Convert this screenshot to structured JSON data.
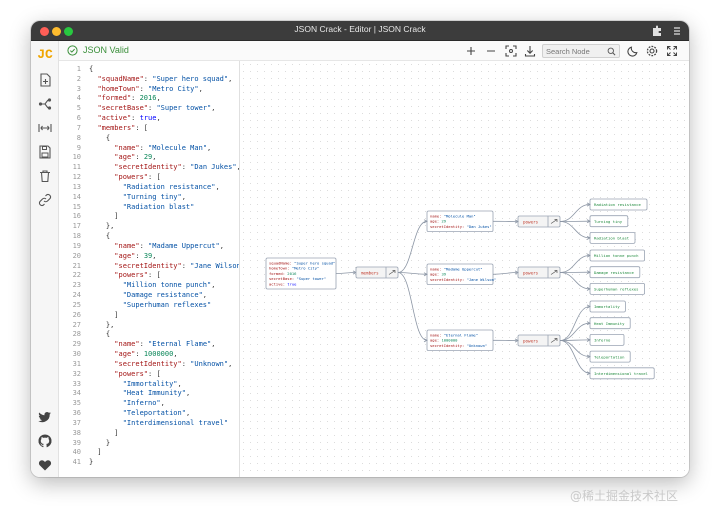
{
  "window": {
    "title": "JSON Crack - Editor | JSON Crack"
  },
  "sidebar": {
    "logo": "JC",
    "icons": [
      "new-file-icon",
      "graph-direction-icon",
      "fit-icon",
      "save-icon",
      "trash-icon",
      "share-link-icon",
      "twitter-icon",
      "github-icon",
      "heart-icon"
    ]
  },
  "editor": {
    "status": "JSON Valid",
    "lines": [
      [
        [
          "p",
          "{"
        ]
      ],
      [
        [
          "p",
          "  "
        ],
        [
          "k",
          "\"squadName\""
        ],
        [
          "p",
          ": "
        ],
        [
          "s",
          "\"Super hero squad\""
        ],
        [
          "p",
          ","
        ]
      ],
      [
        [
          "p",
          "  "
        ],
        [
          "k",
          "\"homeTown\""
        ],
        [
          "p",
          ": "
        ],
        [
          "s",
          "\"Metro City\""
        ],
        [
          "p",
          ","
        ]
      ],
      [
        [
          "p",
          "  "
        ],
        [
          "k",
          "\"formed\""
        ],
        [
          "p",
          ": "
        ],
        [
          "n",
          "2016"
        ],
        [
          "p",
          ","
        ]
      ],
      [
        [
          "p",
          "  "
        ],
        [
          "k",
          "\"secretBase\""
        ],
        [
          "p",
          ": "
        ],
        [
          "s",
          "\"Super tower\""
        ],
        [
          "p",
          ","
        ]
      ],
      [
        [
          "p",
          "  "
        ],
        [
          "k",
          "\"active\""
        ],
        [
          "p",
          ": "
        ],
        [
          "b",
          "true"
        ],
        [
          "p",
          ","
        ]
      ],
      [
        [
          "p",
          "  "
        ],
        [
          "k",
          "\"members\""
        ],
        [
          "p",
          ": ["
        ]
      ],
      [
        [
          "p",
          "    {"
        ]
      ],
      [
        [
          "p",
          "      "
        ],
        [
          "k",
          "\"name\""
        ],
        [
          "p",
          ": "
        ],
        [
          "s",
          "\"Molecule Man\""
        ],
        [
          "p",
          ","
        ]
      ],
      [
        [
          "p",
          "      "
        ],
        [
          "k",
          "\"age\""
        ],
        [
          "p",
          ": "
        ],
        [
          "n",
          "29"
        ],
        [
          "p",
          ","
        ]
      ],
      [
        [
          "p",
          "      "
        ],
        [
          "k",
          "\"secretIdentity\""
        ],
        [
          "p",
          ": "
        ],
        [
          "s",
          "\"Dan Jukes\""
        ],
        [
          "p",
          ","
        ]
      ],
      [
        [
          "p",
          "      "
        ],
        [
          "k",
          "\"powers\""
        ],
        [
          "p",
          ": ["
        ]
      ],
      [
        [
          "p",
          "        "
        ],
        [
          "s",
          "\"Radiation resistance\""
        ],
        [
          "p",
          ","
        ]
      ],
      [
        [
          "p",
          "        "
        ],
        [
          "s",
          "\"Turning tiny\""
        ],
        [
          "p",
          ","
        ]
      ],
      [
        [
          "p",
          "        "
        ],
        [
          "s",
          "\"Radiation blast\""
        ]
      ],
      [
        [
          "p",
          "      ]"
        ]
      ],
      [
        [
          "p",
          "    },"
        ]
      ],
      [
        [
          "p",
          "    {"
        ]
      ],
      [
        [
          "p",
          "      "
        ],
        [
          "k",
          "\"name\""
        ],
        [
          "p",
          ": "
        ],
        [
          "s",
          "\"Madame Uppercut\""
        ],
        [
          "p",
          ","
        ]
      ],
      [
        [
          "p",
          "      "
        ],
        [
          "k",
          "\"age\""
        ],
        [
          "p",
          ": "
        ],
        [
          "n",
          "39"
        ],
        [
          "p",
          ","
        ]
      ],
      [
        [
          "p",
          "      "
        ],
        [
          "k",
          "\"secretIdentity\""
        ],
        [
          "p",
          ": "
        ],
        [
          "s",
          "\"Jane Wilson\""
        ],
        [
          "p",
          ","
        ]
      ],
      [
        [
          "p",
          "      "
        ],
        [
          "k",
          "\"powers\""
        ],
        [
          "p",
          ": ["
        ]
      ],
      [
        [
          "p",
          "        "
        ],
        [
          "s",
          "\"Million tonne punch\""
        ],
        [
          "p",
          ","
        ]
      ],
      [
        [
          "p",
          "        "
        ],
        [
          "s",
          "\"Damage resistance\""
        ],
        [
          "p",
          ","
        ]
      ],
      [
        [
          "p",
          "        "
        ],
        [
          "s",
          "\"Superhuman reflexes\""
        ]
      ],
      [
        [
          "p",
          "      ]"
        ]
      ],
      [
        [
          "p",
          "    },"
        ]
      ],
      [
        [
          "p",
          "    {"
        ]
      ],
      [
        [
          "p",
          "      "
        ],
        [
          "k",
          "\"name\""
        ],
        [
          "p",
          ": "
        ],
        [
          "s",
          "\"Eternal Flame\""
        ],
        [
          "p",
          ","
        ]
      ],
      [
        [
          "p",
          "      "
        ],
        [
          "k",
          "\"age\""
        ],
        [
          "p",
          ": "
        ],
        [
          "n",
          "1000000"
        ],
        [
          "p",
          ","
        ]
      ],
      [
        [
          "p",
          "      "
        ],
        [
          "k",
          "\"secretIdentity\""
        ],
        [
          "p",
          ": "
        ],
        [
          "s",
          "\"Unknown\""
        ],
        [
          "p",
          ","
        ]
      ],
      [
        [
          "p",
          "      "
        ],
        [
          "k",
          "\"powers\""
        ],
        [
          "p",
          ": ["
        ]
      ],
      [
        [
          "p",
          "        "
        ],
        [
          "s",
          "\"Immortality\""
        ],
        [
          "p",
          ","
        ]
      ],
      [
        [
          "p",
          "        "
        ],
        [
          "s",
          "\"Heat Immunity\""
        ],
        [
          "p",
          ","
        ]
      ],
      [
        [
          "p",
          "        "
        ],
        [
          "s",
          "\"Inferno\""
        ],
        [
          "p",
          ","
        ]
      ],
      [
        [
          "p",
          "        "
        ],
        [
          "s",
          "\"Teleportation\""
        ],
        [
          "p",
          ","
        ]
      ],
      [
        [
          "p",
          "        "
        ],
        [
          "s",
          "\"Interdimensional travel\""
        ]
      ],
      [
        [
          "p",
          "      ]"
        ]
      ],
      [
        [
          "p",
          "    }"
        ]
      ],
      [
        [
          "p",
          "  ]"
        ]
      ],
      [
        [
          "p",
          "}"
        ]
      ]
    ]
  },
  "toolbar": {
    "search_placeholder": "Search Node",
    "icons": [
      "zoom-in-icon",
      "zoom-out-icon",
      "center-view-icon",
      "download-icon",
      "search-icon",
      "dark-mode-icon",
      "settings-icon",
      "fullscreen-icon"
    ]
  },
  "graph": {
    "root": [
      [
        "squadName",
        "\"Super hero squad\""
      ],
      [
        "homeTown",
        "\"Metro City\""
      ],
      [
        "formed",
        "2016"
      ],
      [
        "secretBase",
        "\"Super tower\""
      ],
      [
        "active",
        "true"
      ]
    ],
    "members_label": "members",
    "powers_label": "powers",
    "members": [
      {
        "fields": [
          [
            "name",
            "\"Molecule Man\""
          ],
          [
            "age",
            "29"
          ],
          [
            "secretIdentity",
            "\"Dan Jukes\""
          ]
        ],
        "powers": [
          "Radiation resistance",
          "Turning tiny",
          "Radiation blast"
        ]
      },
      {
        "fields": [
          [
            "name",
            "\"Madame Uppercut\""
          ],
          [
            "age",
            "39"
          ],
          [
            "secretIdentity",
            "\"Jane Wilson\""
          ]
        ],
        "powers": [
          "Million tonne punch",
          "Damage resistance",
          "Superhuman reflexes"
        ]
      },
      {
        "fields": [
          [
            "name",
            "\"Eternal Flame\""
          ],
          [
            "age",
            "1000000"
          ],
          [
            "secretIdentity",
            "\"Unknown\""
          ]
        ],
        "powers": [
          "Immortality",
          "Heat Immunity",
          "Inferno",
          "Teleportation",
          "Interdimensional travel"
        ]
      }
    ]
  },
  "watermark": "@稀土掘金技术社区",
  "colors": {
    "key": "#a31515",
    "string": "#0451a5",
    "number": "#098658",
    "bool": "#0000ff",
    "node_border": "#9aa4b3",
    "power_text": "#1e8a3c",
    "edge": "#8c96a5",
    "members_text": "#c0392b"
  }
}
